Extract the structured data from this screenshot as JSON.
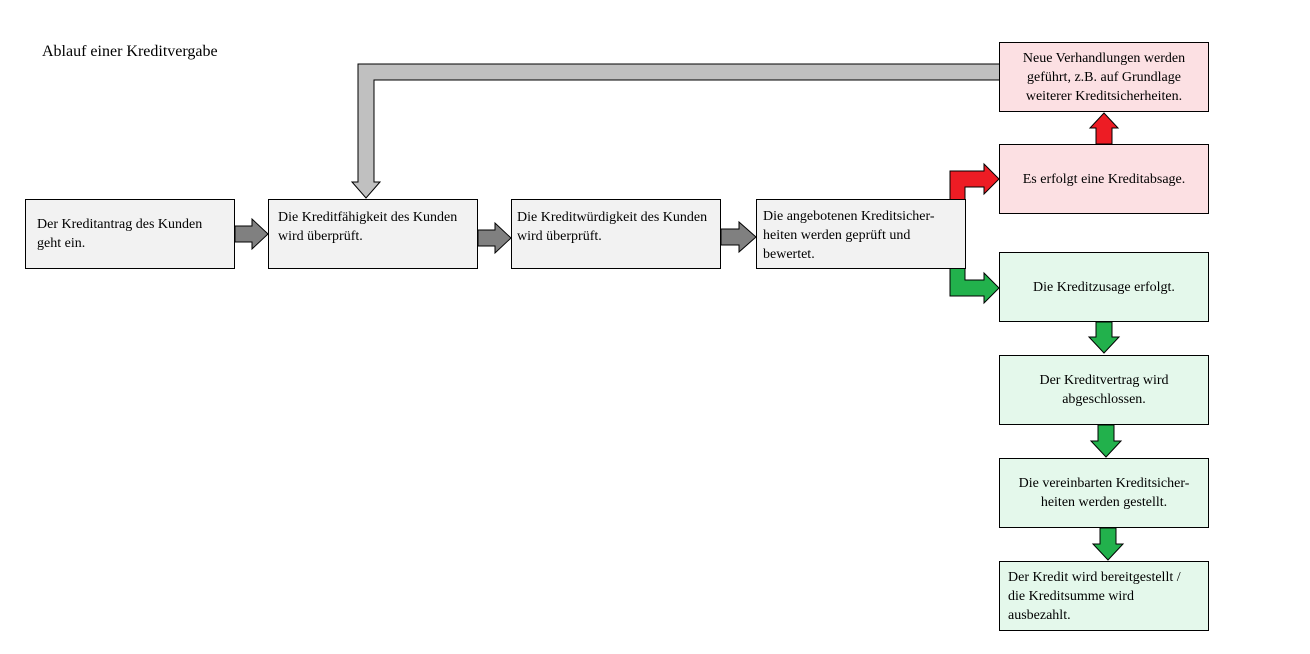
{
  "diagram": {
    "title": "Ablauf einer Kreditvergabe",
    "steps": [
      "Der Kreditantrag des Kunden geht ein.",
      "Die Kreditfähigkeit des Kunden wird überprüft.",
      "Die Kreditwürdigkeit des Kunden wird überprüft.",
      "Die angebotenen Kreditsicher-heiten werden geprüft und bewertet."
    ],
    "negative_branch": {
      "rejection": "Es erfolgt eine Kreditabsage.",
      "renegotiation": "Neue Verhandlungen werden geführt, z.B. auf Grundlage weiterer Kreditsicherheiten."
    },
    "positive_branch": [
      "Die Kreditzusage erfolgt.",
      "Der Kreditvertrag wird abgeschlossen.",
      "Die vereinbarten Kreditsicher-heiten werden gestellt.",
      "Der Kredit wird bereitgestellt / die Kreditsumme wird ausbezahlt."
    ],
    "colors": {
      "flow_arrow": "#808080",
      "loop_arrow": "#c0c0c0",
      "reject_arrow": "#ed1c24",
      "approve_arrow": "#22b14c",
      "step_fill": "#f2f2f2",
      "reject_fill": "#fce0e3",
      "approve_fill": "#e4f8eb"
    }
  }
}
